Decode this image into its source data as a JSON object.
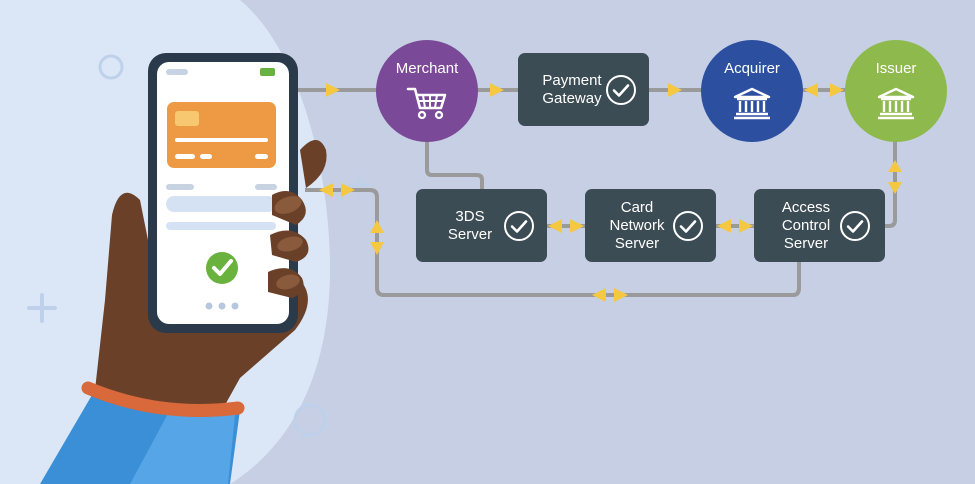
{
  "nodes": {
    "merchant": {
      "label": "Merchant",
      "color": "#7a4a98",
      "icon": "shopping-cart-icon"
    },
    "payment_gateway": {
      "label_lines": [
        "Payment",
        "Gateway"
      ],
      "icon": "check-circle-icon"
    },
    "acquirer": {
      "label": "Acquirer",
      "color": "#2c4fa0",
      "icon": "bank-building-icon"
    },
    "issuer": {
      "label": "Issuer",
      "color": "#8db94d",
      "icon": "bank-building-icon"
    },
    "three_ds_server": {
      "label_lines": [
        "3DS",
        "Server"
      ],
      "icon": "check-circle-icon"
    },
    "card_network_server": {
      "label_lines": [
        "Card",
        "Network",
        "Server"
      ],
      "icon": "check-circle-icon"
    },
    "access_control_server": {
      "label_lines": [
        "Access",
        "Control",
        "Server"
      ],
      "icon": "check-circle-icon"
    }
  },
  "colors": {
    "background": "#c6cfe3",
    "box": "#3c4c54",
    "connector": "#9a9a9a",
    "arrow": "#f5c842",
    "card": "#ee9a44",
    "success": "#6ab23e"
  },
  "illustration": "hand-holding-phone-with-payment-approved"
}
